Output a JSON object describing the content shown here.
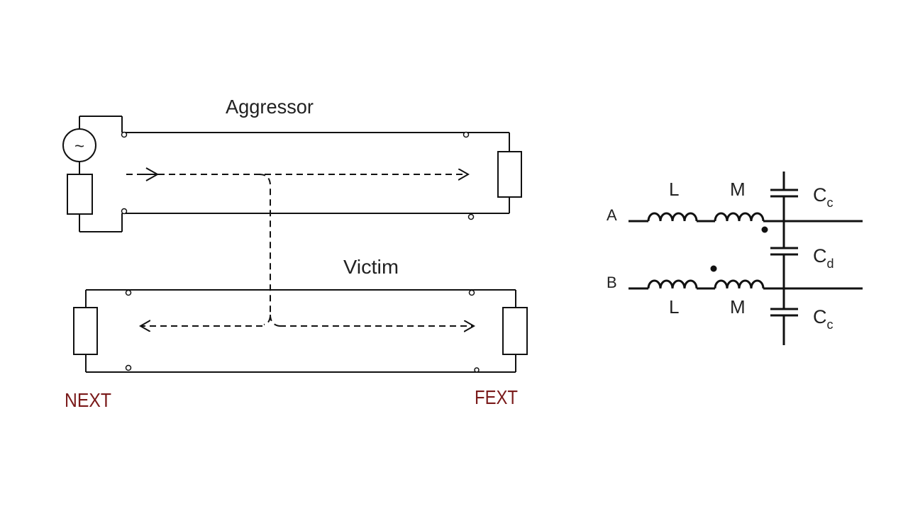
{
  "crosstalk_diagram": {
    "aggressor_label": "Aggressor",
    "victim_label": "Victim",
    "next_label": "NEXT",
    "fext_label": "FEXT",
    "source_symbol": "~"
  },
  "coupling_model": {
    "line_a": "A",
    "line_b": "B",
    "self_inductance_top": "L",
    "self_inductance_bottom": "L",
    "mutual_inductance_top": "M",
    "mutual_inductance_bottom": "M",
    "cap_top": {
      "base": "C",
      "sub": "c"
    },
    "cap_mid": {
      "base": "C",
      "sub": "d"
    },
    "cap_bottom": {
      "base": "C",
      "sub": "c"
    }
  },
  "colors": {
    "line": "#111111",
    "label": "#222222",
    "accent_label": "#7a1a1a"
  }
}
